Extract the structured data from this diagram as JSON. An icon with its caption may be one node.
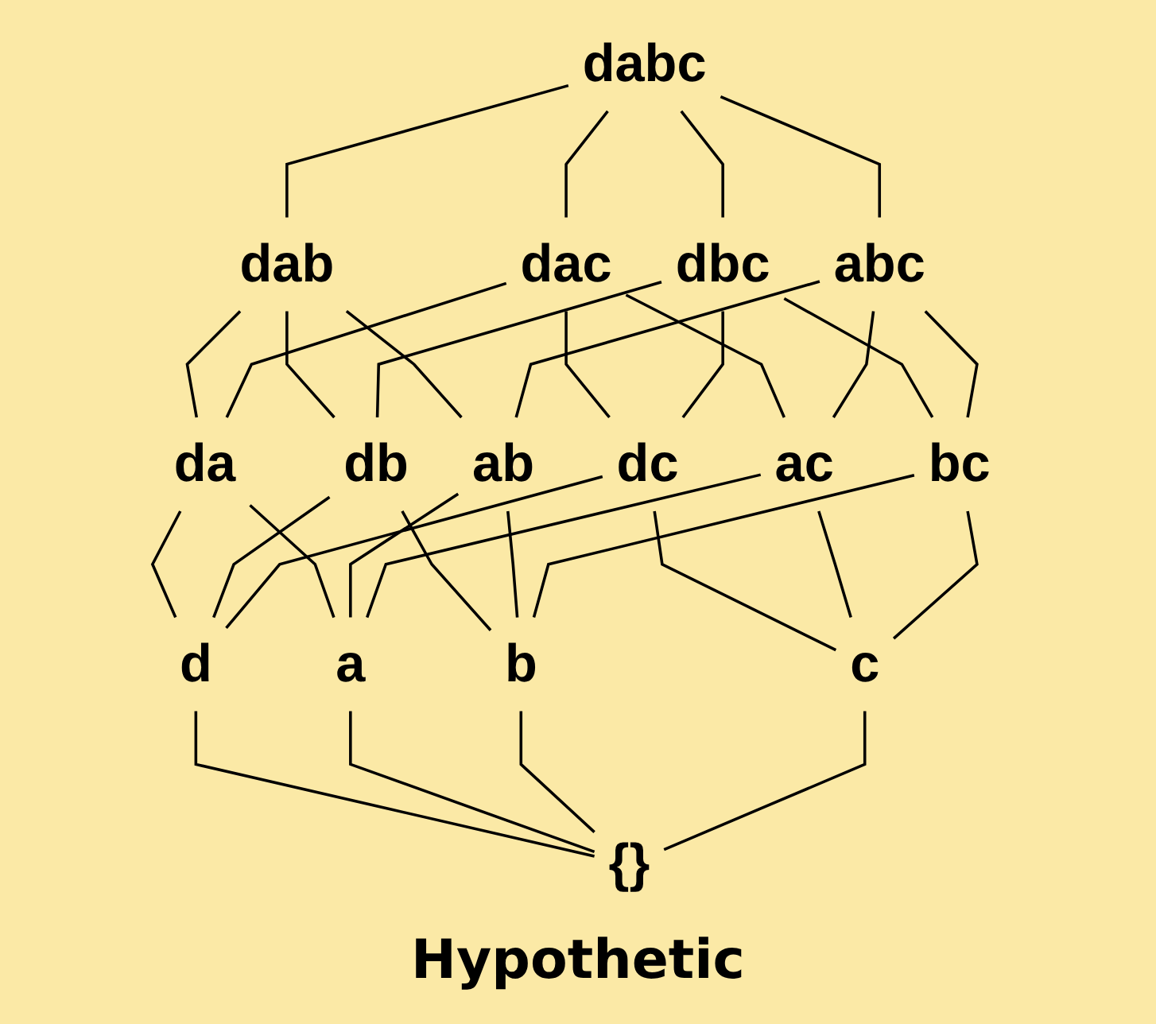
{
  "diagram": {
    "caption": "Hypothetic",
    "nodes": [
      {
        "text": [
          "dabc"
        ]
      },
      {
        "text": [
          "dab"
        ]
      },
      {
        "text": [
          "dac"
        ]
      },
      {
        "text": [
          "dbc"
        ]
      },
      {
        "text": [
          "abc"
        ]
      },
      {
        "text": [
          "da"
        ]
      },
      {
        "text": [
          "db"
        ]
      },
      {
        "text": [
          "ab"
        ]
      },
      {
        "text": [
          "dc"
        ]
      },
      {
        "text": [
          "ac"
        ]
      },
      {
        "text": [
          "bc"
        ]
      },
      {
        "text": [
          "d"
        ]
      },
      {
        "text": [
          "a"
        ]
      },
      {
        "text": [
          "b"
        ]
      },
      {
        "text": [
          "c"
        ]
      },
      {
        "text": [
          "{}"
        ]
      }
    ],
    "edges": [
      {
        "from": 0,
        "to": 1,
        "arrow": "none"
      },
      {
        "from": 0,
        "to": 2,
        "arrow": "none"
      },
      {
        "from": 0,
        "to": 3,
        "arrow": "none"
      },
      {
        "from": 0,
        "to": 4,
        "arrow": "none"
      },
      {
        "from": 1,
        "to": 5,
        "arrow": "none"
      },
      {
        "from": 1,
        "to": 6,
        "arrow": "none"
      },
      {
        "from": 1,
        "to": 7,
        "arrow": "none"
      },
      {
        "from": 2,
        "to": 5,
        "arrow": "none"
      },
      {
        "from": 2,
        "to": 8,
        "arrow": "none"
      },
      {
        "from": 2,
        "to": 9,
        "arrow": "none"
      },
      {
        "from": 3,
        "to": 6,
        "arrow": "none"
      },
      {
        "from": 3,
        "to": 8,
        "arrow": "none"
      },
      {
        "from": 3,
        "to": 10,
        "arrow": "none"
      },
      {
        "from": 4,
        "to": 7,
        "arrow": "none"
      },
      {
        "from": 4,
        "to": 9,
        "arrow": "none"
      },
      {
        "from": 4,
        "to": 10,
        "arrow": "none"
      },
      {
        "from": 5,
        "to": 11,
        "arrow": "none"
      },
      {
        "from": 5,
        "to": 12,
        "arrow": "none"
      },
      {
        "from": 6,
        "to": 11,
        "arrow": "none"
      },
      {
        "from": 6,
        "to": 13,
        "arrow": "none"
      },
      {
        "from": 7,
        "to": 12,
        "arrow": "none"
      },
      {
        "from": 7,
        "to": 13,
        "arrow": "none"
      },
      {
        "from": 8,
        "to": 11,
        "arrow": "none"
      },
      {
        "from": 8,
        "to": 14,
        "arrow": "none"
      },
      {
        "from": 9,
        "to": 12,
        "arrow": "none"
      },
      {
        "from": 9,
        "to": 14,
        "arrow": "none"
      },
      {
        "from": 10,
        "to": 13,
        "arrow": "none"
      },
      {
        "from": 10,
        "to": 14,
        "arrow": "none"
      },
      {
        "from": 11,
        "to": 15,
        "arrow": "none"
      },
      {
        "from": 12,
        "to": 15,
        "arrow": "none"
      },
      {
        "from": 13,
        "to": 15,
        "arrow": "none"
      },
      {
        "from": 14,
        "to": 15,
        "arrow": "none"
      }
    ]
  }
}
